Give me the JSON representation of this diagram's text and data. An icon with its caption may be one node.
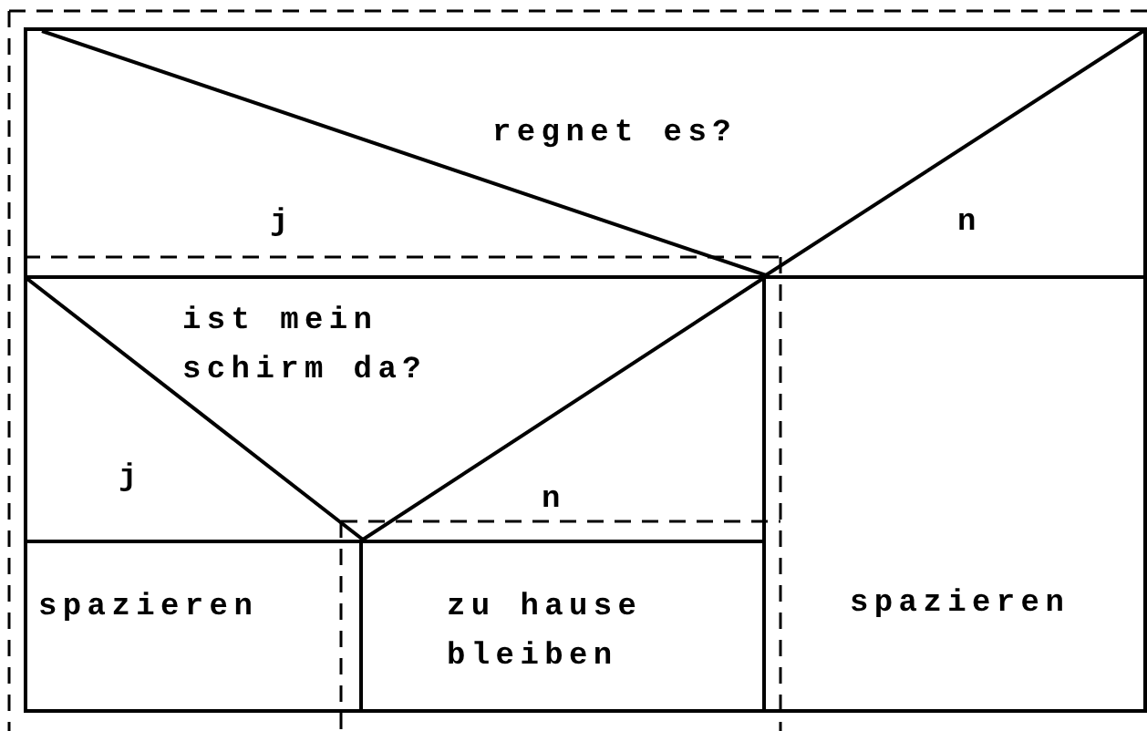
{
  "diagram": {
    "nodes": [
      {
        "text": [
          "regnet es?",
          "j",
          "n"
        ]
      },
      {
        "text": [
          "ist mein schirm da?",
          "j",
          "n"
        ]
      },
      {
        "text": [
          "spazieren"
        ]
      },
      {
        "text": [
          "zu hause bleiben"
        ]
      },
      {
        "text": [
          "spazieren"
        ]
      }
    ]
  }
}
